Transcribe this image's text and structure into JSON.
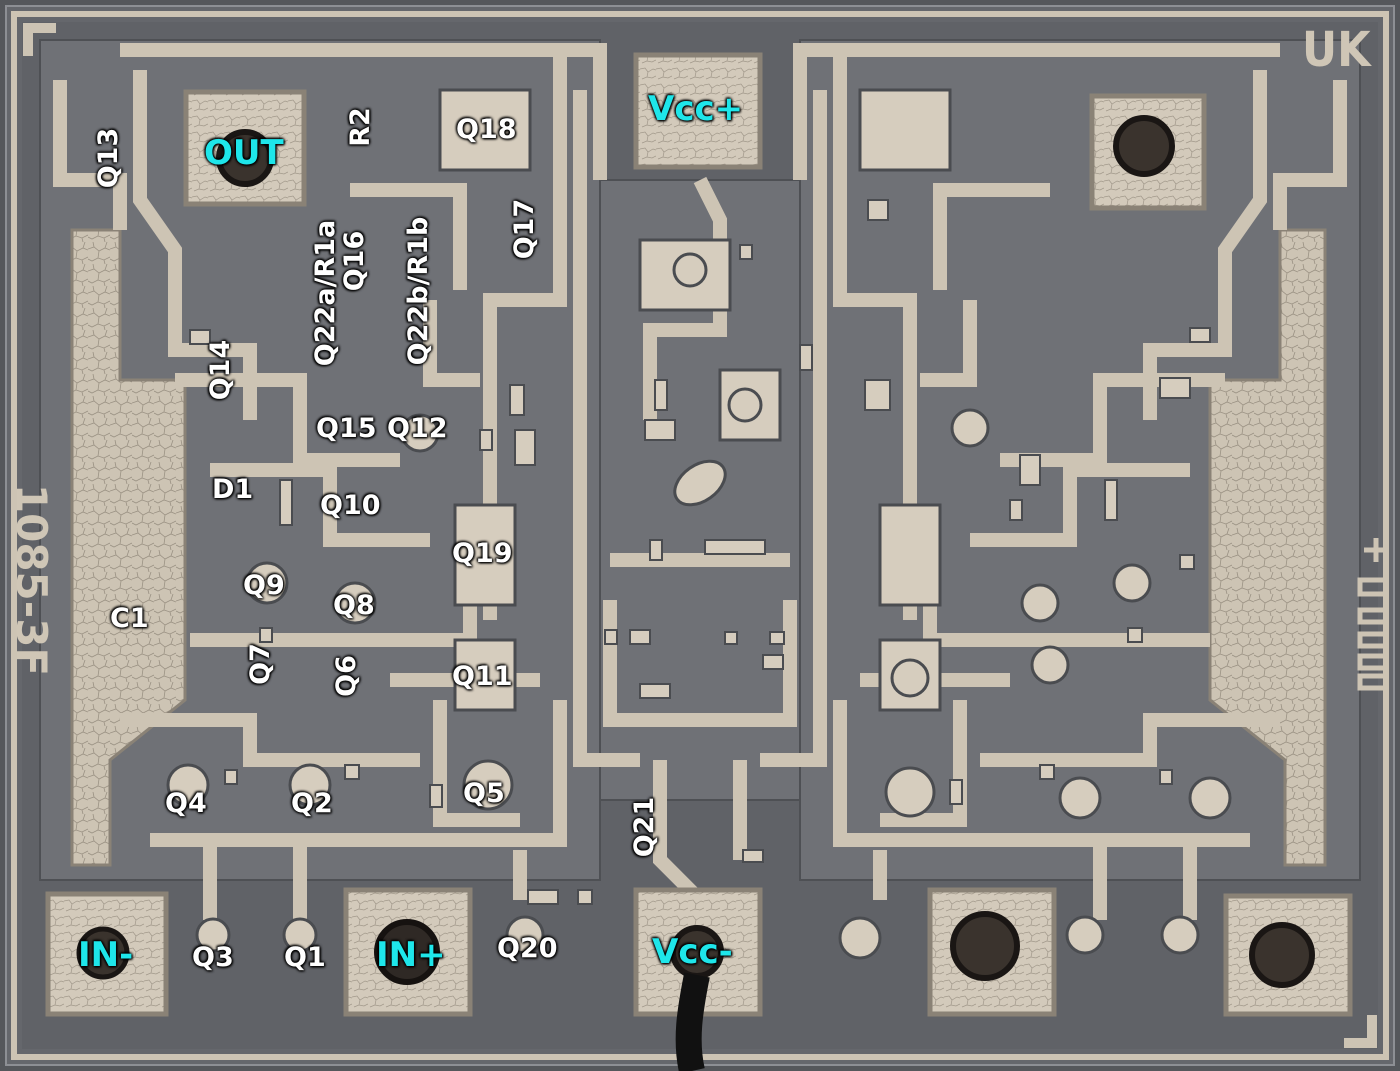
{
  "chip": {
    "corner_mark": "UK",
    "side_mark": "1085-3F",
    "colors": {
      "background": "#5c5e62",
      "metal": "#cdc4b4",
      "metal_dark": "#a49b8c",
      "oxide": "#6e7075",
      "label": "#ffffff",
      "pin_label": "#1ee6ea"
    }
  },
  "pins": {
    "out": "OUT",
    "vcc_plus": "Vcc+",
    "vcc_minus": "Vcc-",
    "in_minus": "IN-",
    "in_plus": "IN+"
  },
  "components": {
    "q13": "Q13",
    "r2": "R2",
    "q18": "Q18",
    "q17": "Q17",
    "r1a": "Q22a/R1a",
    "q16": "Q16",
    "r1b": "Q22b/R1b",
    "q14": "Q14",
    "q15": "Q15",
    "q12": "Q12",
    "d1": "D1",
    "q10": "Q10",
    "q19": "Q19",
    "q9": "Q9",
    "q8": "Q8",
    "c1": "C1",
    "q7": "Q7",
    "q6": "Q6",
    "q11": "Q11",
    "q4": "Q4",
    "q2": "Q2",
    "q5": "Q5",
    "q21": "Q21",
    "q3": "Q3",
    "q1": "Q1",
    "q20": "Q20"
  }
}
